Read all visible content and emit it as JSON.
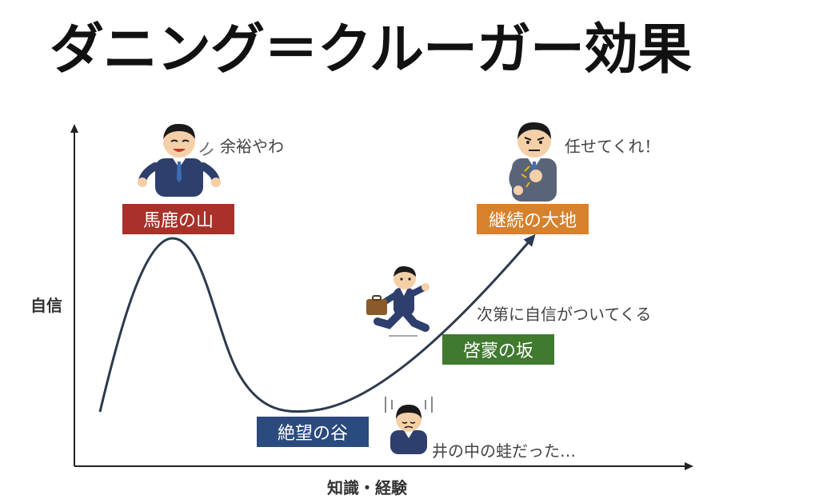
{
  "title": "ダニング＝クルーガー効果",
  "axes": {
    "y_label": "自信",
    "x_label": "知識・経験"
  },
  "stages": [
    {
      "label": "馬鹿の山",
      "color": "#a8312a"
    },
    {
      "label": "絶望の谷",
      "color": "#2b4a7d"
    },
    {
      "label": "啓蒙の坂",
      "color": "#3f7a2f"
    },
    {
      "label": "継続の大地",
      "color": "#d6812c"
    }
  ],
  "comments": {
    "peak": "余裕やわ",
    "valley": "井の中の蛙だった…",
    "slope": "次第に自信がついてくる",
    "plateau": "任せてくれ！"
  },
  "figures": {
    "peak": "smug-businessman-icon",
    "valley": "dejected-businessman-icon",
    "slope": "running-businessman-icon",
    "plateau": "confident-businessman-icon"
  },
  "colors": {
    "curve": "#2e3a4d",
    "axis": "#222222",
    "suit": "#2e3f6e"
  }
}
